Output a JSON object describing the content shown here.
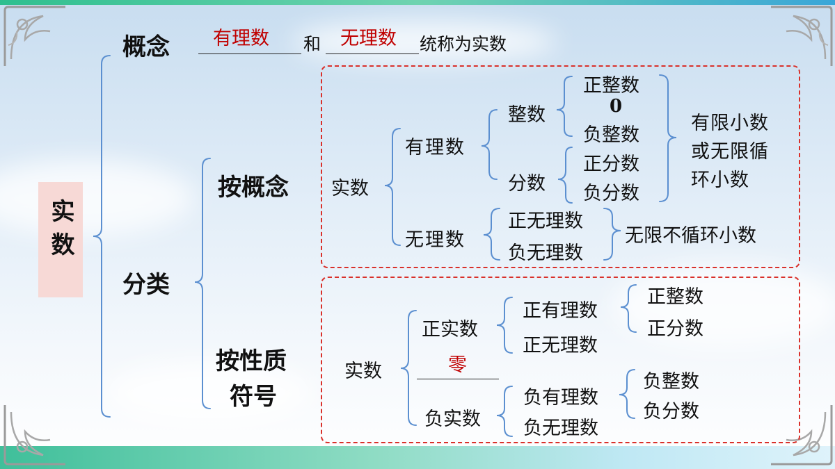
{
  "root": "实数",
  "concept": {
    "label": "概念",
    "answer_1": "有理数",
    "connector": "和",
    "answer_2": "无理数",
    "suffix": "统称为实数"
  },
  "classification": {
    "label": "分类",
    "by_definition": {
      "label": "按概念",
      "root": "实数",
      "rational": "有理数",
      "integers": "整数",
      "positive_integers": "正整数",
      "zero": "0",
      "negative_integers": "负整数",
      "fractions": "分数",
      "positive_fractions": "正分数",
      "negative_fractions": "负分数",
      "rational_note": [
        "有限小数",
        "或无限循",
        "环小数"
      ],
      "irrational": "无理数",
      "positive_irrational": "正无理数",
      "negative_irrational": "负无理数",
      "irrational_note": "无限不循环小数"
    },
    "by_sign": {
      "label_line1": "按性质",
      "label_line2": "符号",
      "root": "实数",
      "positive_reals": "正实数",
      "zero_answer": "零",
      "negative_reals": "负实数",
      "positive_rational": "正有理数",
      "positive_irrational": "正无理数",
      "positive_integers": "正整数",
      "positive_fractions": "正分数",
      "negative_rational": "负有理数",
      "negative_irrational": "负无理数",
      "negative_integers": "负整数",
      "negative_fractions": "负分数"
    }
  },
  "colors": {
    "answer": "#c00000",
    "bracket": "#5b8fd0",
    "dashed_border": "#d9302a",
    "root_box": "#f7d9d6"
  },
  "icons": [
    "corner-ornament-icon"
  ]
}
